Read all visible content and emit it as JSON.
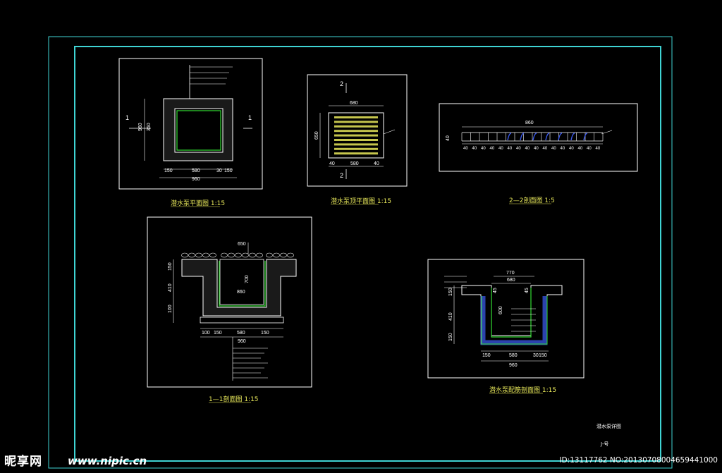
{
  "captions": {
    "plan_section": "潜水泵平面图  1:15",
    "top_plan": "潜水泵顶平面图 1:15",
    "section_2_2": "2—2剖面图   1:5",
    "section_1_1": "1—1剖面图   1:15",
    "reinforcement": "潜水泵配筋剖面图 1:15"
  },
  "section_marks": {
    "one": "1",
    "two": "2"
  },
  "dims": {
    "d150": "150",
    "d580": "580",
    "d30": "30",
    "d960": "960",
    "d350": "350",
    "d680": "680",
    "d650": "650",
    "d40": "40",
    "d860": "860",
    "d770": "770",
    "d700": "700",
    "d410": "410",
    "d45": "45",
    "d100": "100",
    "d600": "600"
  },
  "title_block": {
    "name": "潜水泵详图",
    "sheet": "J-号"
  },
  "watermark": {
    "logo": "昵享网",
    "site": "www.nipic.cn",
    "id": "ID:13117762 NO:20130708004659441000"
  }
}
